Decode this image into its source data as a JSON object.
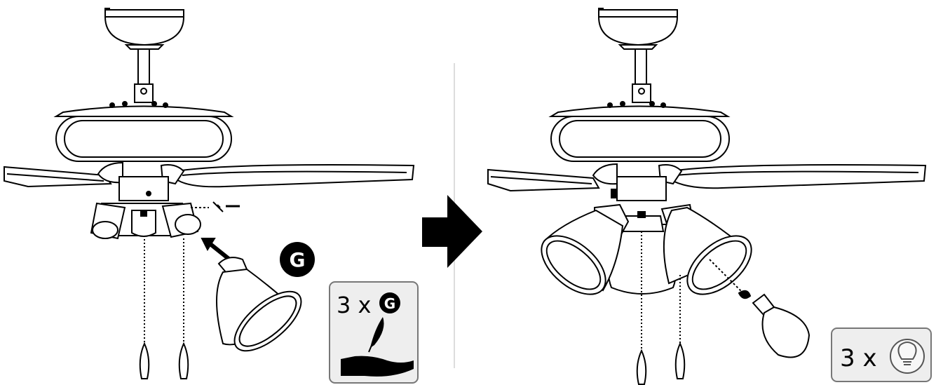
{
  "steps": [
    {
      "part_letter": "G",
      "badge": {
        "quantity": "3 x",
        "part_letter": "G"
      }
    },
    {
      "badge": {
        "quantity": "3 x"
      }
    }
  ],
  "icons": [
    "ceiling-fan",
    "glass-shade",
    "screw",
    "arrow-right",
    "feather",
    "hand",
    "light-bulb",
    "pull-chain"
  ],
  "colors": {
    "line": "#000000",
    "badge_bg": "#eeeeee",
    "badge_border": "#777777",
    "divider": "#bbbbbb"
  }
}
